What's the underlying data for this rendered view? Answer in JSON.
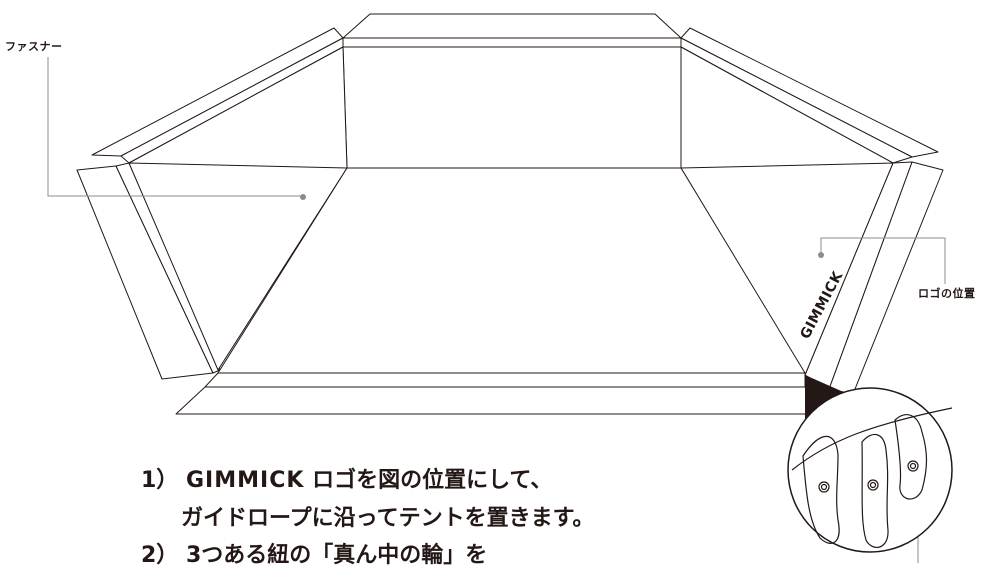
{
  "callouts": {
    "fastener": "ファスナー",
    "logo_position": "ロゴの位置"
  },
  "tent_logo": "GIMMICK",
  "steps": {
    "step1_number": "1）",
    "step1_brand": "GIMMICK",
    "step1_text": "ロゴを図の位置にして、",
    "step1_text2": "ガイドロープに沿ってテントを置きます。",
    "step2_number": "2）",
    "step2_text": "3つある紐の「真ん中の輪」を"
  },
  "colors": {
    "line": "#231815",
    "leader": "#8c8c8c",
    "fill": "#ffffff"
  }
}
